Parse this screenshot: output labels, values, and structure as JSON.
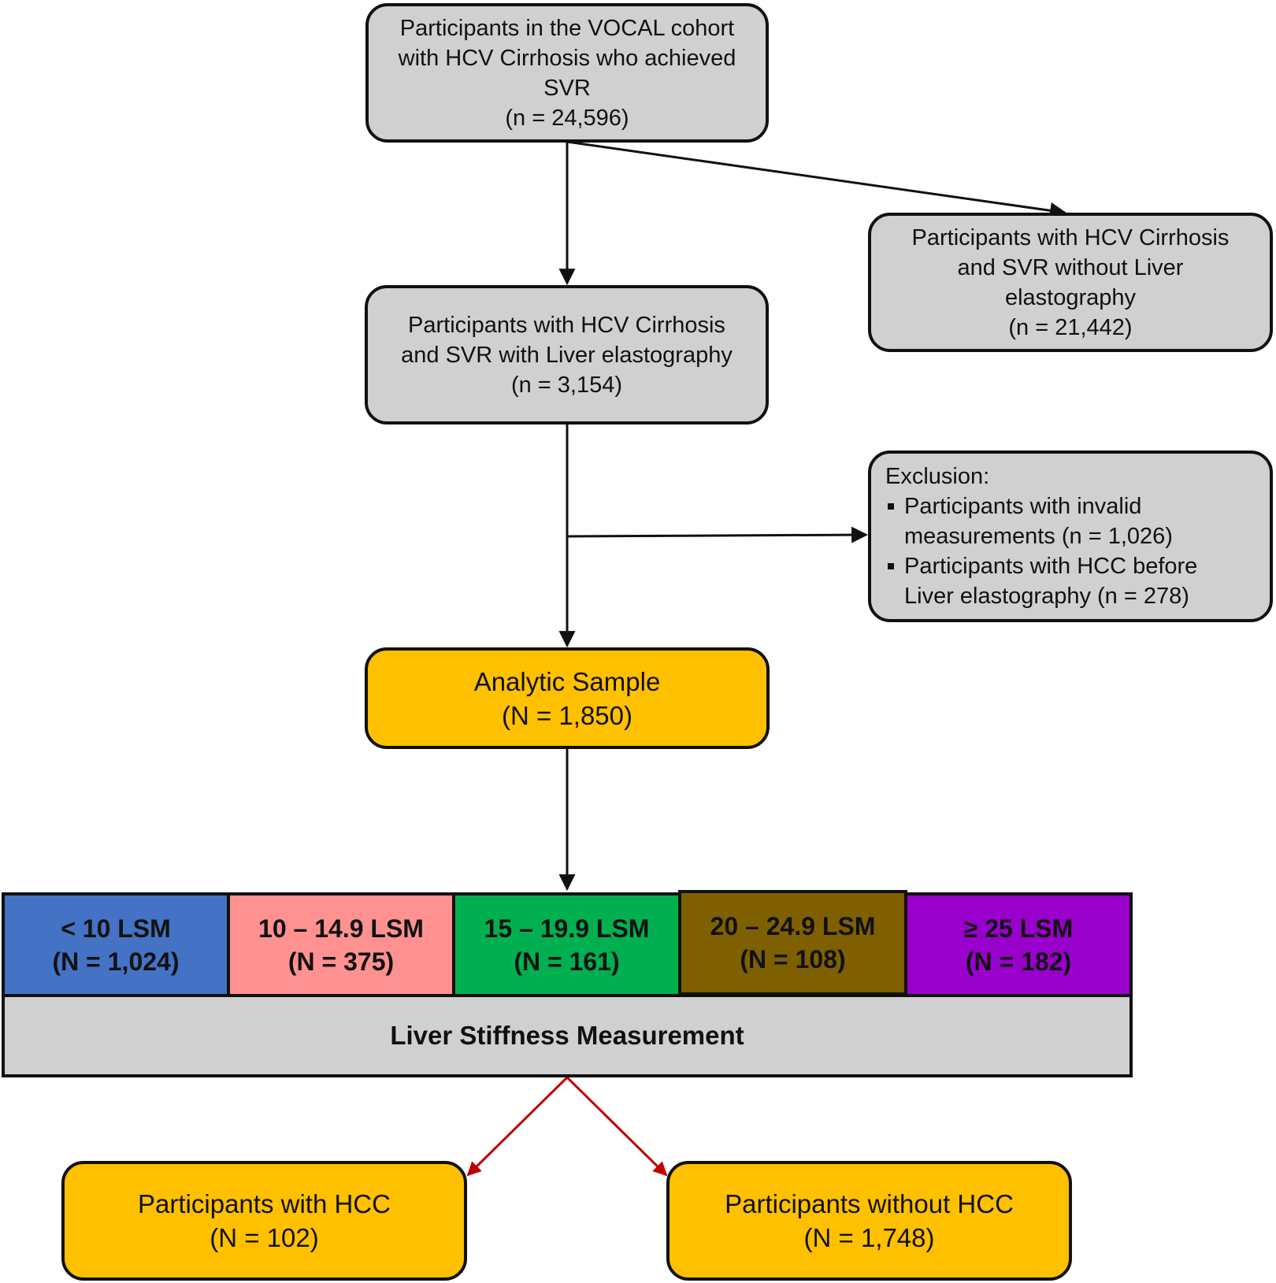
{
  "boxes": {
    "cohort": {
      "lines": [
        "Participants in the VOCAL cohort",
        "with HCV Cirrhosis who achieved",
        "SVR",
        "(n = 24,596)"
      ]
    },
    "without_elastography": {
      "lines": [
        "Participants with HCV Cirrhosis",
        "and SVR without Liver",
        "elastography",
        "(n = 21,442)"
      ]
    },
    "with_elastography": {
      "lines": [
        "Participants with HCV Cirrhosis",
        "and SVR with Liver elastography",
        "(n = 3,154)"
      ]
    },
    "exclusion": {
      "heading": "Exclusion:",
      "items": [
        [
          "Participants with invalid",
          "measurements (n = 1,026)"
        ],
        [
          "Participants with HCC before",
          "Liver elastography (n = 278)"
        ]
      ]
    },
    "analytic": {
      "lines": [
        "Analytic Sample",
        "(N = 1,850)"
      ]
    },
    "with_hcc": {
      "lines": [
        "Participants with HCC",
        "(N = 102)"
      ]
    },
    "without_hcc": {
      "lines": [
        "Participants without HCC",
        "(N = 1,748)"
      ]
    }
  },
  "lsm": {
    "label": "Liver Stiffness Measurement",
    "categories": [
      {
        "range": "< 10 LSM",
        "count": "(N = 1,024)",
        "color": "#4472c4"
      },
      {
        "range": "10 – 14.9 LSM",
        "count": "(N = 375)",
        "color": "#ff9191"
      },
      {
        "range": "15 – 19.9 LSM",
        "count": "(N = 161)",
        "color": "#00b050"
      },
      {
        "range": "20 – 24.9 LSM",
        "count": "(N = 108)",
        "color": "#7f6000"
      },
      {
        "range": "≥ 25 LSM",
        "count": "(N = 182)",
        "color": "#9900cc"
      }
    ]
  },
  "colors": {
    "box_fill": "#d1d0d0",
    "highlight_fill": "#ffc000",
    "arrow": "#111111",
    "outcome_arrow": "#c00000"
  }
}
